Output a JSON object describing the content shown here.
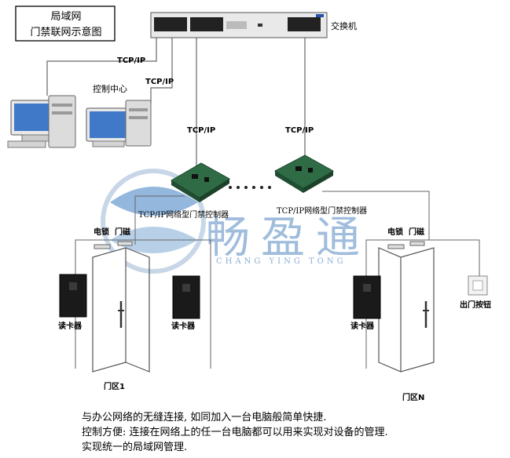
{
  "title": {
    "line1": "局域网",
    "line2": "门禁联网示意图"
  },
  "switch_label": "交换机",
  "control_center_label": "控制中心",
  "protocol_labels": [
    "TCP/IP",
    "TCP/IP",
    "TCP/IP",
    "TCP/IP"
  ],
  "controllers": [
    {
      "label": "TCP/IP网络型门禁控制器"
    },
    {
      "label": "TCP/IP网络型门禁控制器"
    }
  ],
  "lock_labels": {
    "electric_lock": "电锁",
    "door_magnet": "门磁"
  },
  "card_reader_label": "读卡器",
  "exit_button_label": "出门按钮",
  "doors": [
    {
      "label": "门区1"
    },
    {
      "label": "门区N"
    }
  ],
  "watermark": {
    "brand": "畅盈通",
    "pinyin": "CHANG YING TONG"
  },
  "captions": [
    "与办公网络的无缝连接, 如同加入一台电脑般简单快捷.",
    "控制方便: 连接在网络上的任一台电脑都可以用来实现对设备的管理.",
    "实现统一的局域网管理."
  ],
  "colors": {
    "board_green": "#2f6b45",
    "monitor_screen": "#3f79c8",
    "watermark_blue": "#2f6fb3",
    "door_outline": "#555555"
  }
}
